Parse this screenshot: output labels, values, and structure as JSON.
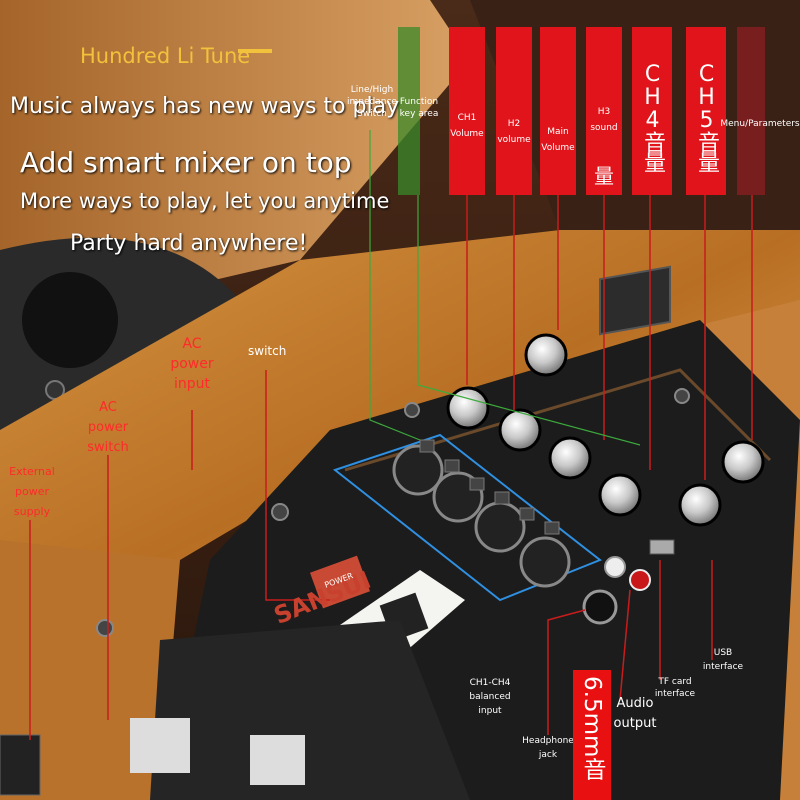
{
  "headline": {
    "brand": "Hundred Li Tune",
    "line1": "Music always has new ways to play",
    "line2": "Add smart mixer on top",
    "line3": "More ways to play, let you anytime",
    "line4": "Party hard anywhere!"
  },
  "top_labels": {
    "line_high": "Line/High impedance Switch",
    "function_key": "Function key area",
    "ch1_volume": "CH1 Volume",
    "ch2_volume": "H2 volume",
    "main_volume": "Main Volume",
    "ch3_sound": "H3 sound",
    "ch3_extra": "量",
    "ch4": "CH4音量",
    "ch5": "CH5音量",
    "menu": "Menu/Parameters"
  },
  "side_labels": {
    "ac_power_input": "AC power input",
    "switch": "switch",
    "ac_power_switch": "AC power switch",
    "external_power": "External power supply"
  },
  "bottom_labels": {
    "ch_balanced": "CH1-CH4 balanced input",
    "headphone": "Headphone jack",
    "jack_size": "6.5mm音",
    "audio_output": "Audio output",
    "tf_card": "TF card interface",
    "usb": "USB interface"
  },
  "device": {
    "logo": "SANSUI",
    "power_label": "POWER"
  },
  "colors": {
    "label_bar": "#e0141a",
    "guide_red": "#d81a1a",
    "wood": "#c9822e",
    "panel": "#1c1c1c",
    "accent_blue": "#2f8fe0",
    "brand": "#f2c23c"
  }
}
